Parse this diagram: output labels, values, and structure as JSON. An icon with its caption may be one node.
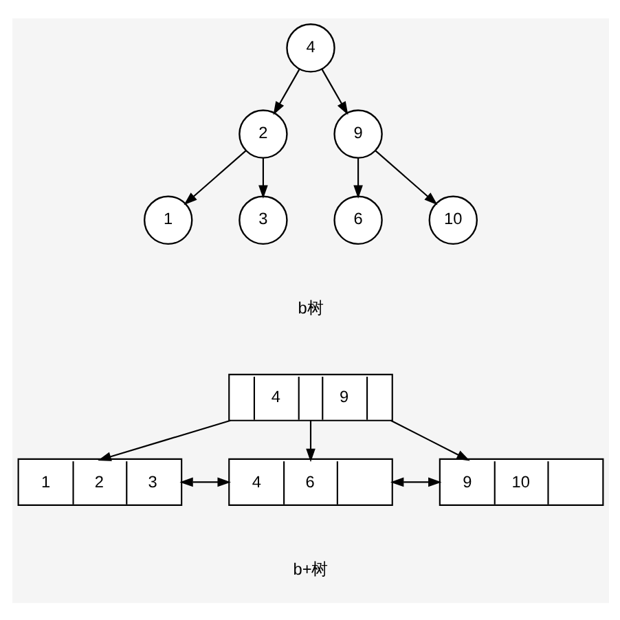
{
  "diagram": {
    "nodes": [
      {
        "text": [
          "4"
        ]
      },
      {
        "text": [
          "2"
        ]
      },
      {
        "text": [
          "9"
        ]
      },
      {
        "text": [
          "1"
        ]
      },
      {
        "text": [
          "3"
        ]
      },
      {
        "text": [
          "6"
        ]
      },
      {
        "text": [
          "10"
        ]
      },
      {
        "text": [
          "4",
          "9"
        ]
      },
      {
        "text": [
          "1",
          "2",
          "3"
        ]
      },
      {
        "text": [
          "4",
          "6"
        ]
      },
      {
        "text": [
          "9",
          "10"
        ]
      }
    ],
    "edges": [
      {
        "from": 0,
        "to": 1,
        "arrow": "to"
      },
      {
        "from": 0,
        "to": 2,
        "arrow": "to"
      },
      {
        "from": 1,
        "to": 3,
        "arrow": "to"
      },
      {
        "from": 1,
        "to": 4,
        "arrow": "to"
      },
      {
        "from": 2,
        "to": 5,
        "arrow": "to"
      },
      {
        "from": 2,
        "to": 6,
        "arrow": "to"
      },
      {
        "from": 7,
        "to": 8,
        "arrow": "to"
      },
      {
        "from": 7,
        "to": 9,
        "arrow": "to"
      },
      {
        "from": 7,
        "to": 10,
        "arrow": "to"
      },
      {
        "from": 8,
        "to": 9,
        "arrow": "both"
      },
      {
        "from": 9,
        "to": 10,
        "arrow": "both"
      }
    ],
    "labels": [
      "b树",
      "b+树"
    ]
  }
}
